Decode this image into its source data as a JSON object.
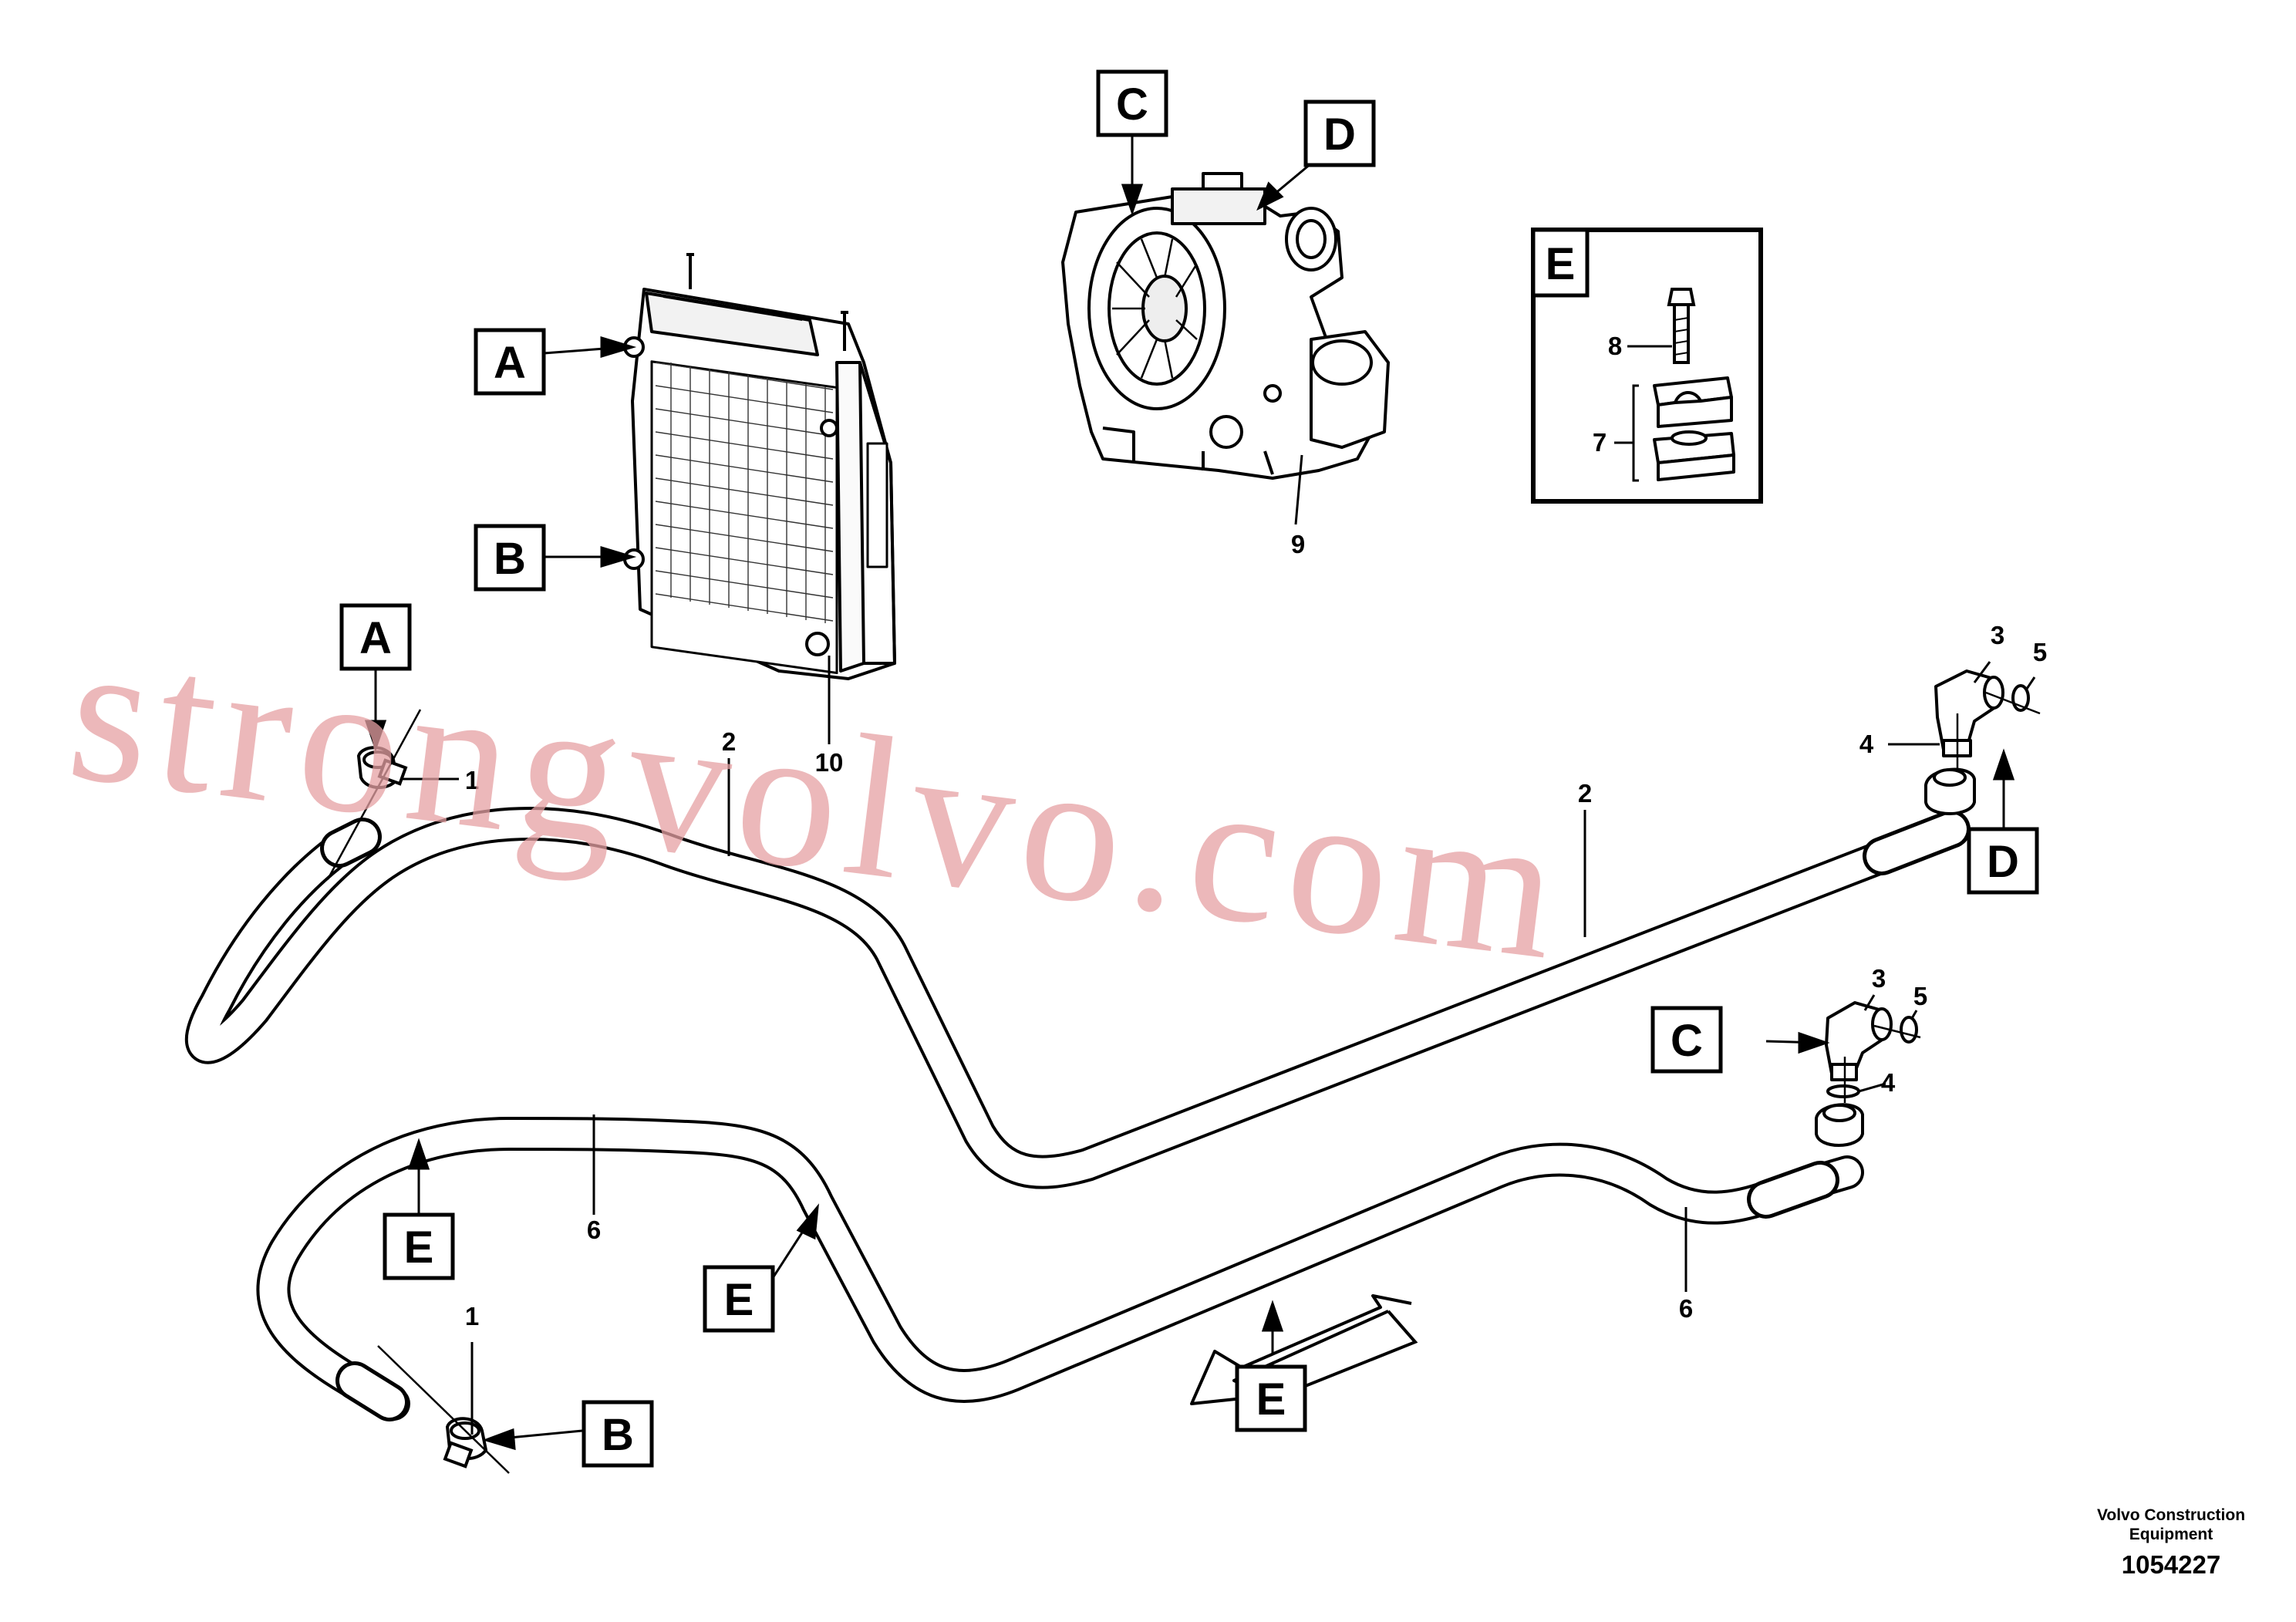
{
  "diagram": {
    "callouts": {
      "A_radiator": "A",
      "B_radiator": "B",
      "C_engine": "C",
      "D_engine": "D",
      "E_detail": "E",
      "A_hose": "A",
      "B_hose": "B",
      "C_fitting": "C",
      "D_fitting": "D",
      "E_left": "E",
      "E_mid": "E",
      "E_bottom": "E"
    },
    "parts": {
      "p1_top": "1",
      "p1_bottom": "1",
      "p2_top": "2",
      "p2_right": "2",
      "p3_top": "3",
      "p3_mid": "3",
      "p4_top": "4",
      "p4_mid": "4",
      "p5_top": "5",
      "p5_mid": "5",
      "p6_left": "6",
      "p6_right": "6",
      "p7": "7",
      "p8": "8",
      "p9": "9",
      "p10": "10"
    },
    "watermark": "strongvolvo.com",
    "footer": {
      "line1": "Volvo Construction",
      "line2": "Equipment",
      "doc_number": "1054227"
    }
  }
}
